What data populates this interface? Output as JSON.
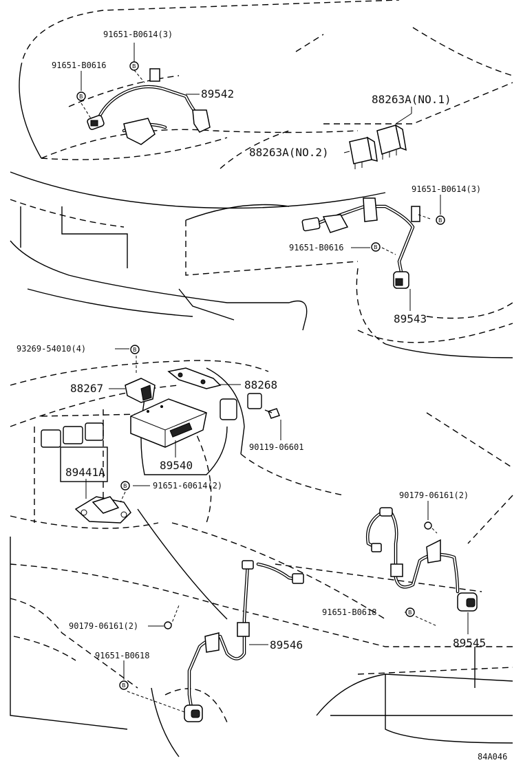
{
  "parts": {
    "sensor_front_lh": "89542",
    "sensor_front_rh": "89543",
    "sensor_rear_lh": "89546",
    "sensor_rear_rh": "89545",
    "ecu": "89540",
    "relay_no1": "88263A(NO.1)",
    "relay_no2": "88263A(NO.2)",
    "bracket_88267": "88267",
    "bracket_88268": "88268",
    "sensor_89441a": "89441A"
  },
  "fasteners": {
    "bolt_a_top": "91651-B0614(3)",
    "bolt_b_top": "91651-B0616",
    "bolt_a_right": "91651-B0614(3)",
    "bolt_b_right": "91651-B0616",
    "nut_93269": "93269-54010(4)",
    "screw_90119": "90119-06601",
    "bolt_60614": "91651-60614(2)",
    "clip_right": "90179-06161(2)",
    "bolt_b0618_right": "91651-B0618",
    "clip_left": "90179-06161(2)",
    "bolt_b0618_left": "91651-B0618"
  },
  "diagram_code": "84A046"
}
